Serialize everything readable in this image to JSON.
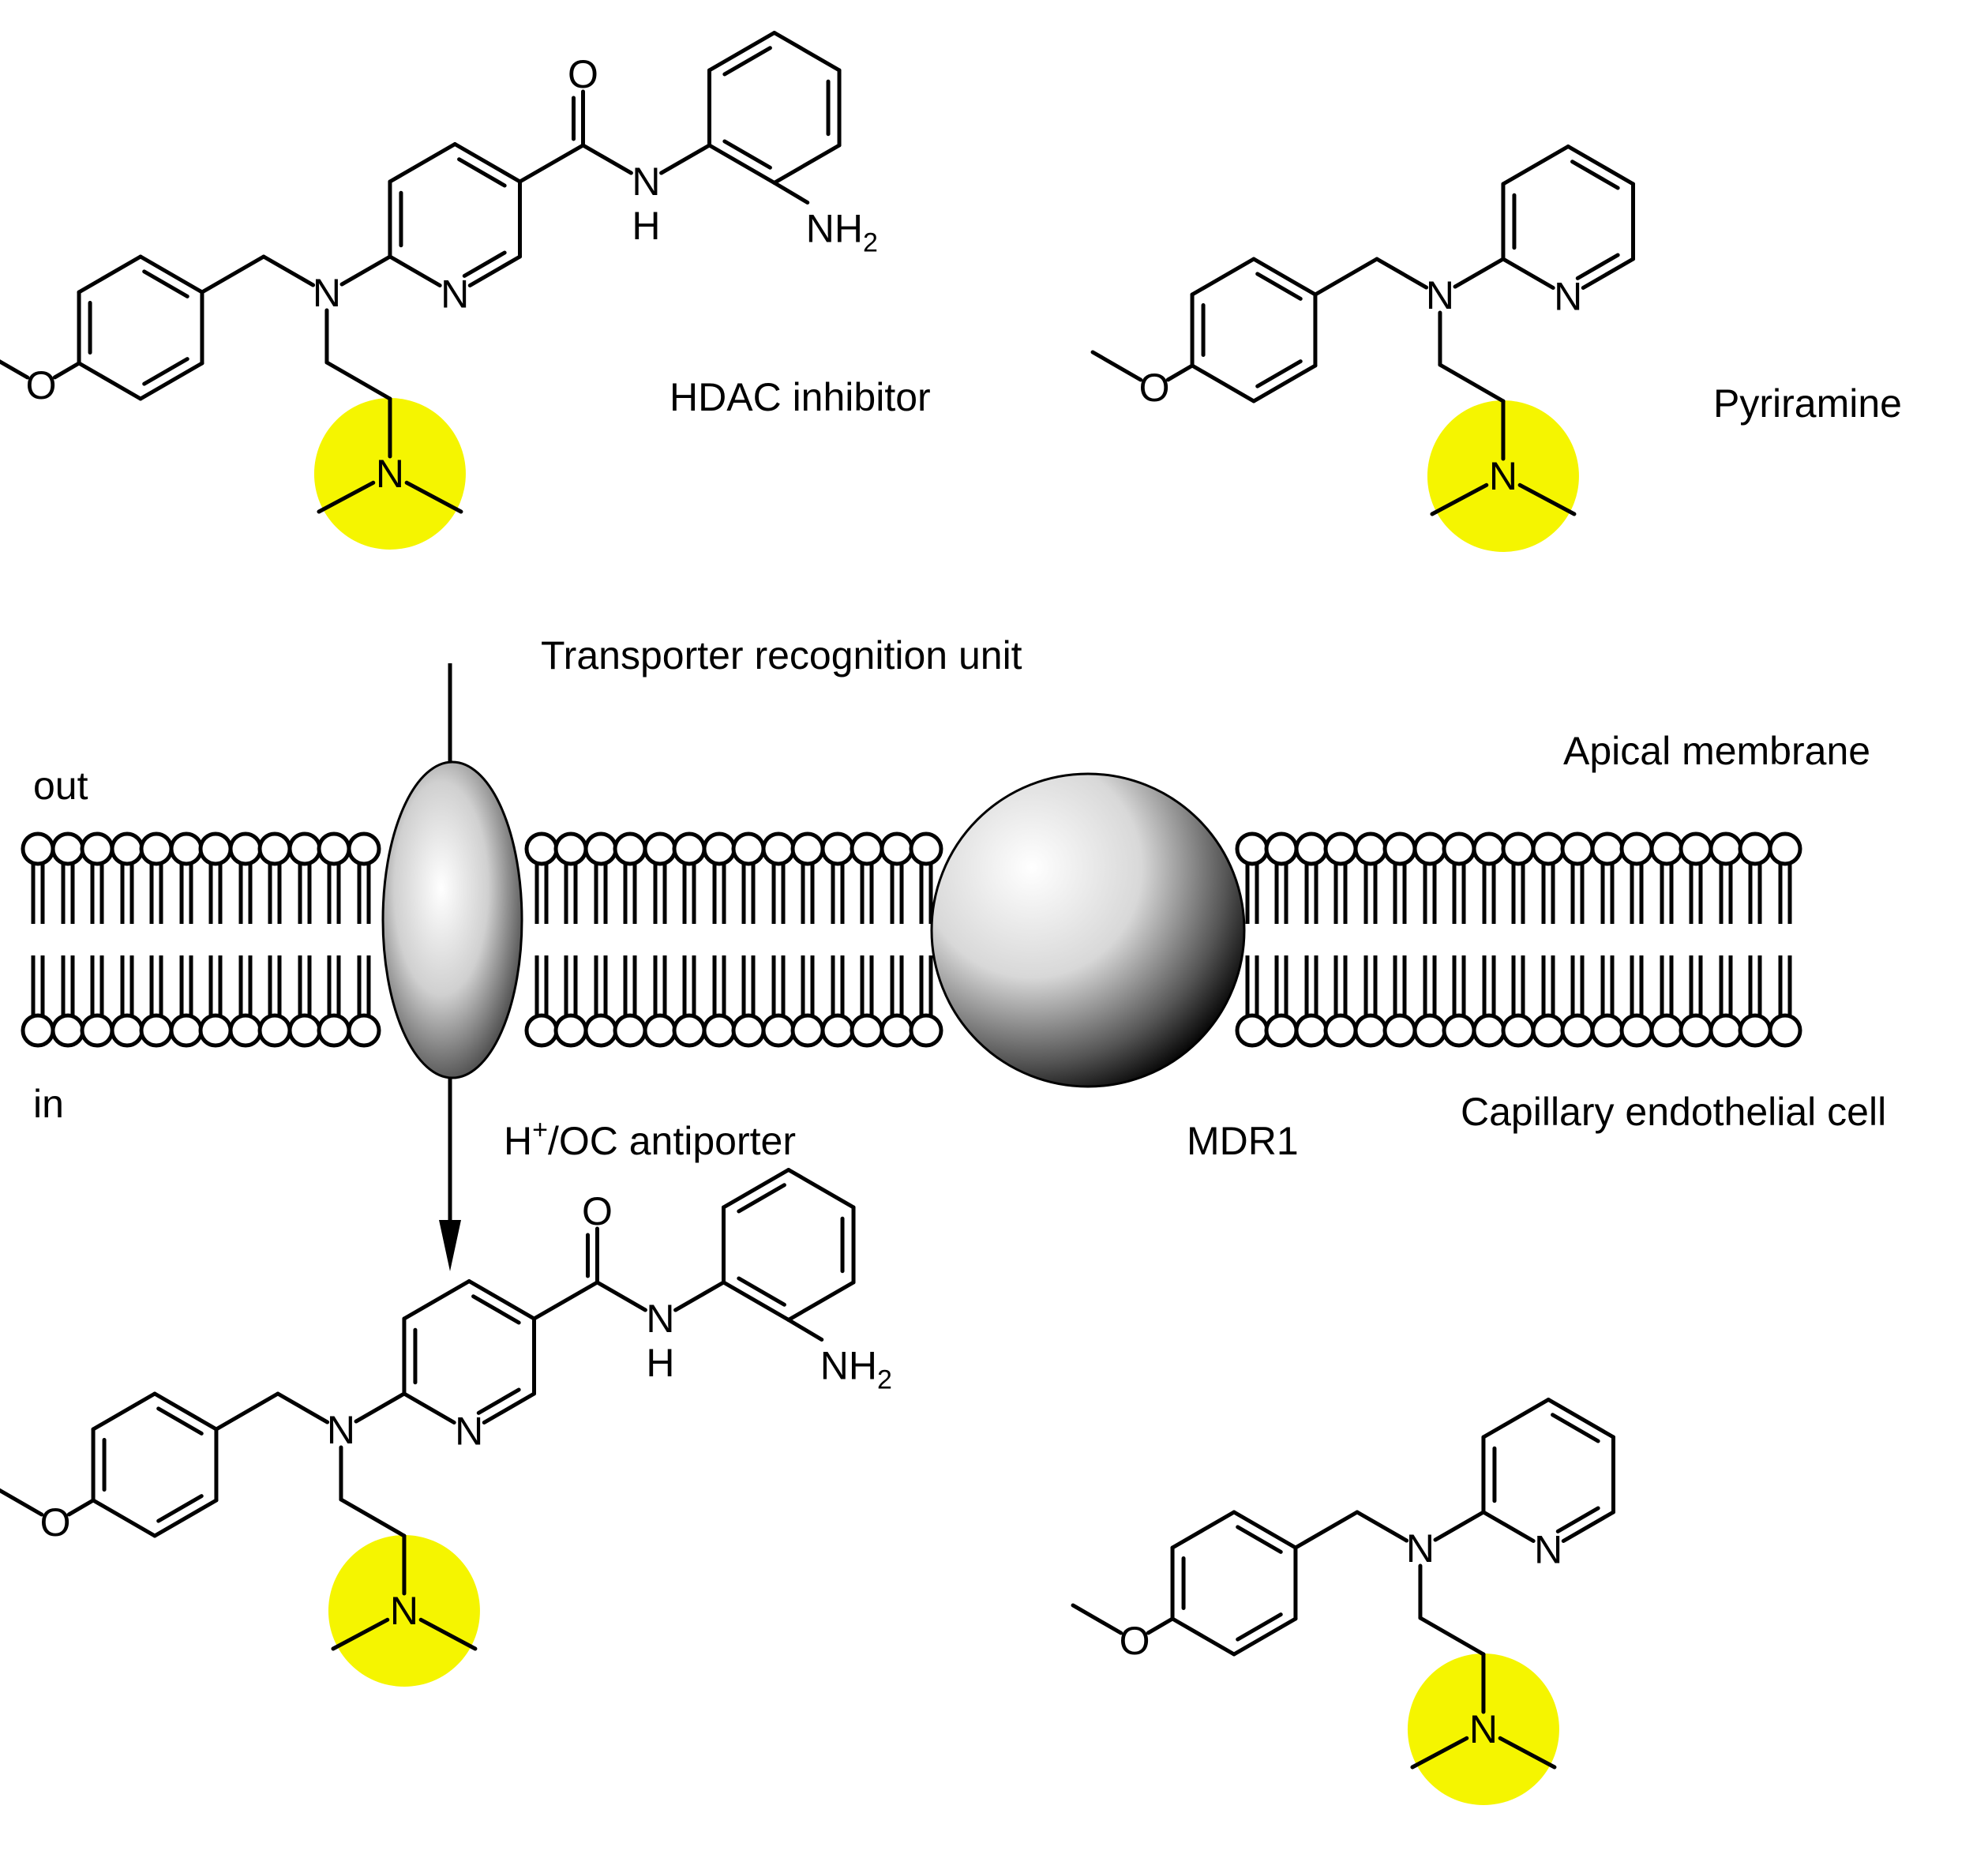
{
  "labels": {
    "hdac_inhibitor": "HDAC inhibitor",
    "pyriramine": "Pyriramine",
    "transporter_recognition_unit": "Transporter recognition unit",
    "apical_membrane": "Apical membrane",
    "out": "out",
    "in": "in",
    "antiporter_prefix": "H",
    "antiporter_sup": "+",
    "antiporter_suffix": "/OC antiporter",
    "mdr1": "MDR1",
    "capillary_endothelial_cell": "Capillary endothelial cell"
  },
  "atoms": {
    "oxygen": "O",
    "nitrogen": "N",
    "hydrogen": "H",
    "amine": "NH",
    "amine_sub": "2"
  },
  "colors": {
    "highlight": "#f5f500",
    "stroke": "#000000",
    "background": "#ffffff"
  }
}
